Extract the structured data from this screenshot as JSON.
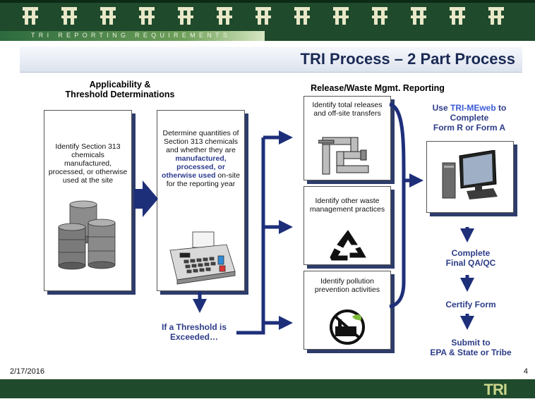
{
  "header": {
    "banner": "TRI REPORTING REQUIREMENTS",
    "title": "TRI Process – 2 Part Process"
  },
  "left_section": {
    "heading_line1": "Applicability &",
    "heading_line2": "Threshold Determinations",
    "card1_text": "Identify Section 313 chemicals manufactured, processed, or otherwise used at the site",
    "card2_intro": "Determine quantities of Section 313 chemicals and whether they are",
    "card2_highlight": "manufactured, processed, or otherwise used",
    "card2_tail": "on-site for the reporting year",
    "threshold_line1": "If a Threshold is",
    "threshold_line2": "Exceeded…"
  },
  "middle_section": {
    "heading": "Release/Waste Mgmt. Reporting",
    "box1": "Identify total releases and off-site transfers",
    "box2": "Identify other waste management practices",
    "box3": "Identify pollution prevention activities"
  },
  "right_section": {
    "use_line1_a": "Use ",
    "use_line1_b": "TRI-MEweb",
    "use_line1_c": " to",
    "use_line2": "Complete",
    "use_line3": "Form R or Form A",
    "step1_line1": "Complete",
    "step1_line2": "Final QA/QC",
    "step2": "Certify Form",
    "step3_line1": "Submit to",
    "step3_line2": "EPA & State or Tribe"
  },
  "footer": {
    "date": "2/17/2016",
    "page": "4",
    "logo": "TRI"
  },
  "colors": {
    "dark_green": "#1f4a2c",
    "navy_arrow": "#1e2f7a",
    "title_navy": "#1b2a55",
    "highlight_blue": "#2e3d8f"
  }
}
